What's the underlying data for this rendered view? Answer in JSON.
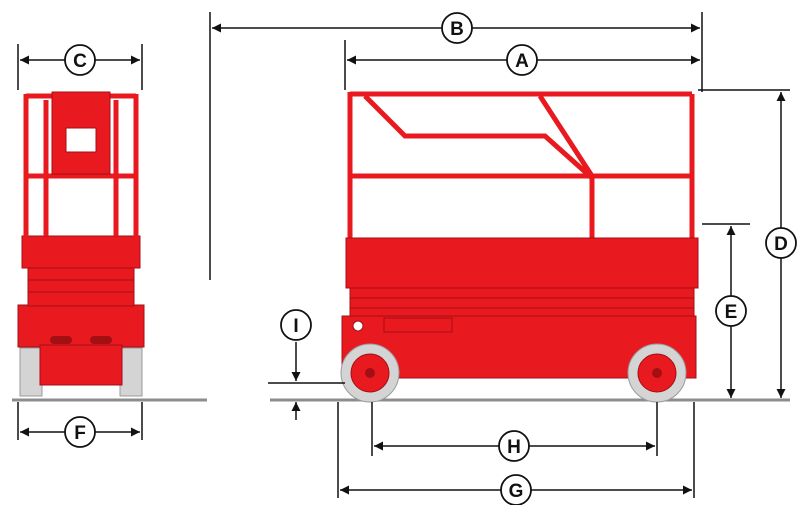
{
  "colors": {
    "machine_red": "#e8191f",
    "machine_dark_red": "#a40f14",
    "tire_gray": "#d4d4d4",
    "ground_gray": "#8c8c8c",
    "dimension_line": "#111111"
  },
  "dimensions": {
    "A": "A",
    "B": "B",
    "C": "C",
    "D": "D",
    "E": "E",
    "F": "F",
    "G": "G",
    "H": "H",
    "I": "I"
  },
  "views": [
    "front-view",
    "side-view"
  ]
}
